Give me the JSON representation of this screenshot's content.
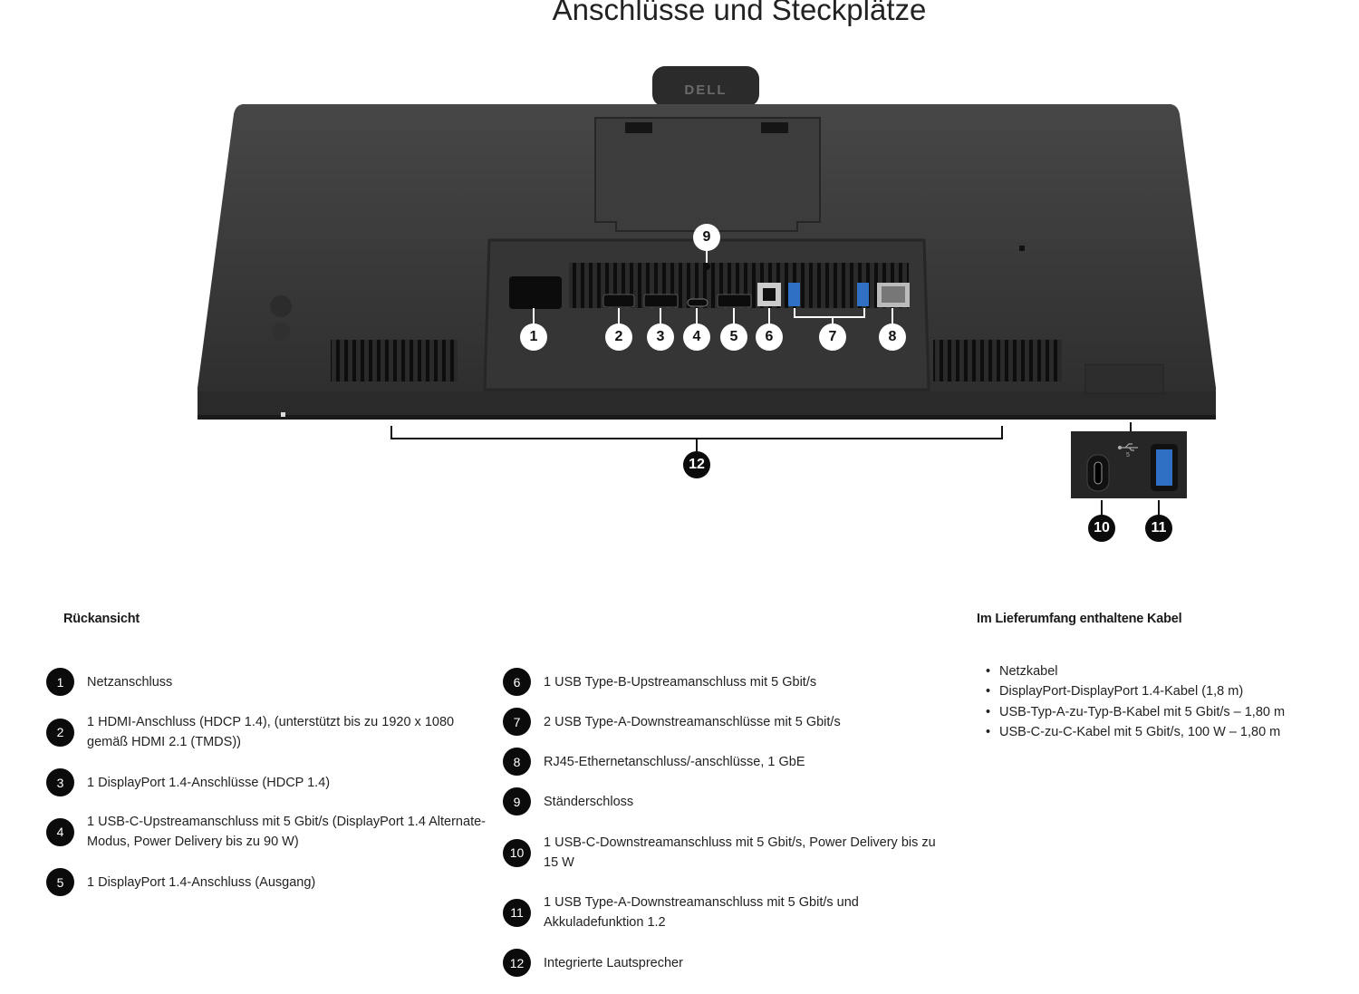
{
  "title": "Anschlüsse und Steckplätze",
  "image": {
    "brand_logo": "DELL",
    "callouts": [
      "1",
      "2",
      "3",
      "4",
      "5",
      "6",
      "7",
      "8",
      "9",
      "10",
      "11",
      "12"
    ],
    "hub_label": "5"
  },
  "rear_view": {
    "heading": "Rückansicht",
    "items_left": [
      {
        "num": "1",
        "text": "Netzanschluss"
      },
      {
        "num": "2",
        "text": "1 HDMI-Anschluss (HDCP 1.4), (unterstützt bis zu 1920 x 1080 gemäß HDMI 2.1 (TMDS))"
      },
      {
        "num": "3",
        "text": "1 DisplayPort 1.4-Anschlüsse (HDCP 1.4)"
      },
      {
        "num": "4",
        "text": "1 USB-C-Upstreamanschluss mit 5 Gbit/s (DisplayPort 1.4 Alternate-Modus, Power Delivery bis zu 90 W)"
      },
      {
        "num": "5",
        "text": "1 DisplayPort 1.4-Anschluss (Ausgang)"
      }
    ],
    "items_right": [
      {
        "num": "6",
        "text": "1 USB Type-B-Upstreamanschluss mit 5 Gbit/s"
      },
      {
        "num": "7",
        "text": "2 USB Type-A-Downstreamanschlüsse mit 5 Gbit/s"
      },
      {
        "num": "8",
        "text": "RJ45-Ethernetanschluss/-anschlüsse, 1 GbE"
      },
      {
        "num": "9",
        "text": "Ständerschloss"
      },
      {
        "num": "10",
        "text": "1 USB-C-Downstreamanschluss mit 5 Gbit/s, Power Delivery bis zu 15 W"
      },
      {
        "num": "11",
        "text": "1 USB Type-A-Downstreamanschluss mit 5 Gbit/s und Akkuladefunktion 1.2"
      },
      {
        "num": "12",
        "text": "Integrierte Lautsprecher"
      }
    ]
  },
  "cables": {
    "heading": "Im Lieferumfang enthaltene Kabel",
    "items": [
      "Netzkabel",
      "DisplayPort-DisplayPort 1.4-Kabel (1,8 m)",
      "USB-Typ-A-zu-Typ-B-Kabel mit 5 Gbit/s – 1,80 m",
      "USB-C-zu-C-Kabel mit 5 Gbit/s, 100 W – 1,80 m"
    ]
  },
  "colors": {
    "monitor": "#3a3a3a",
    "usb_blue": "#2f6fc4",
    "badge": "#0b0b0b"
  }
}
